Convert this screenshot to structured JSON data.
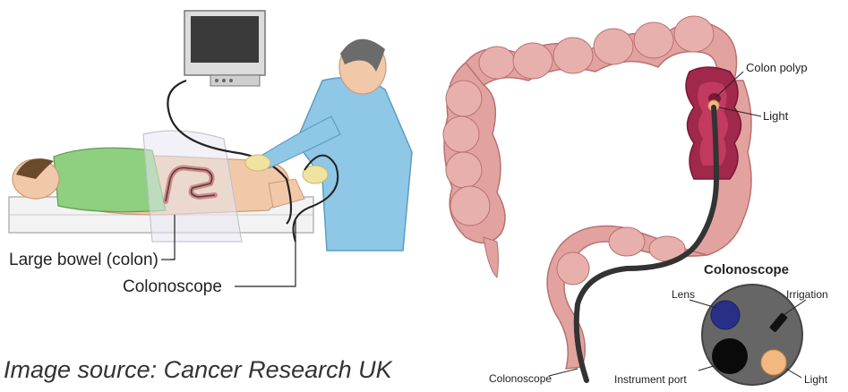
{
  "left_panel": {
    "labels": {
      "large_bowel": "Large bowel (colon)",
      "colonoscope": "Colonoscope"
    }
  },
  "right_panel": {
    "labels": {
      "colon_polyp": "Colon polyp",
      "light_top": "Light",
      "colonoscope": "Colonoscope"
    },
    "cross_section": {
      "title": "Colonoscope",
      "lens": "Lens",
      "irrigation": "Irrigation",
      "instrument_port": "Instrument port",
      "light": "Light"
    }
  },
  "caption": "Image source: Cancer Research UK",
  "colors": {
    "colon": "#e2a3a0",
    "colon_dark": "#b8716f",
    "polyp_section": "#a0284a",
    "scope": "#333333",
    "scrubs": "#8fc7e6",
    "patient_shirt": "#8fcf80",
    "skin": "#f2c9a8",
    "lens": "#2a2f86",
    "light": "#f2b880"
  }
}
